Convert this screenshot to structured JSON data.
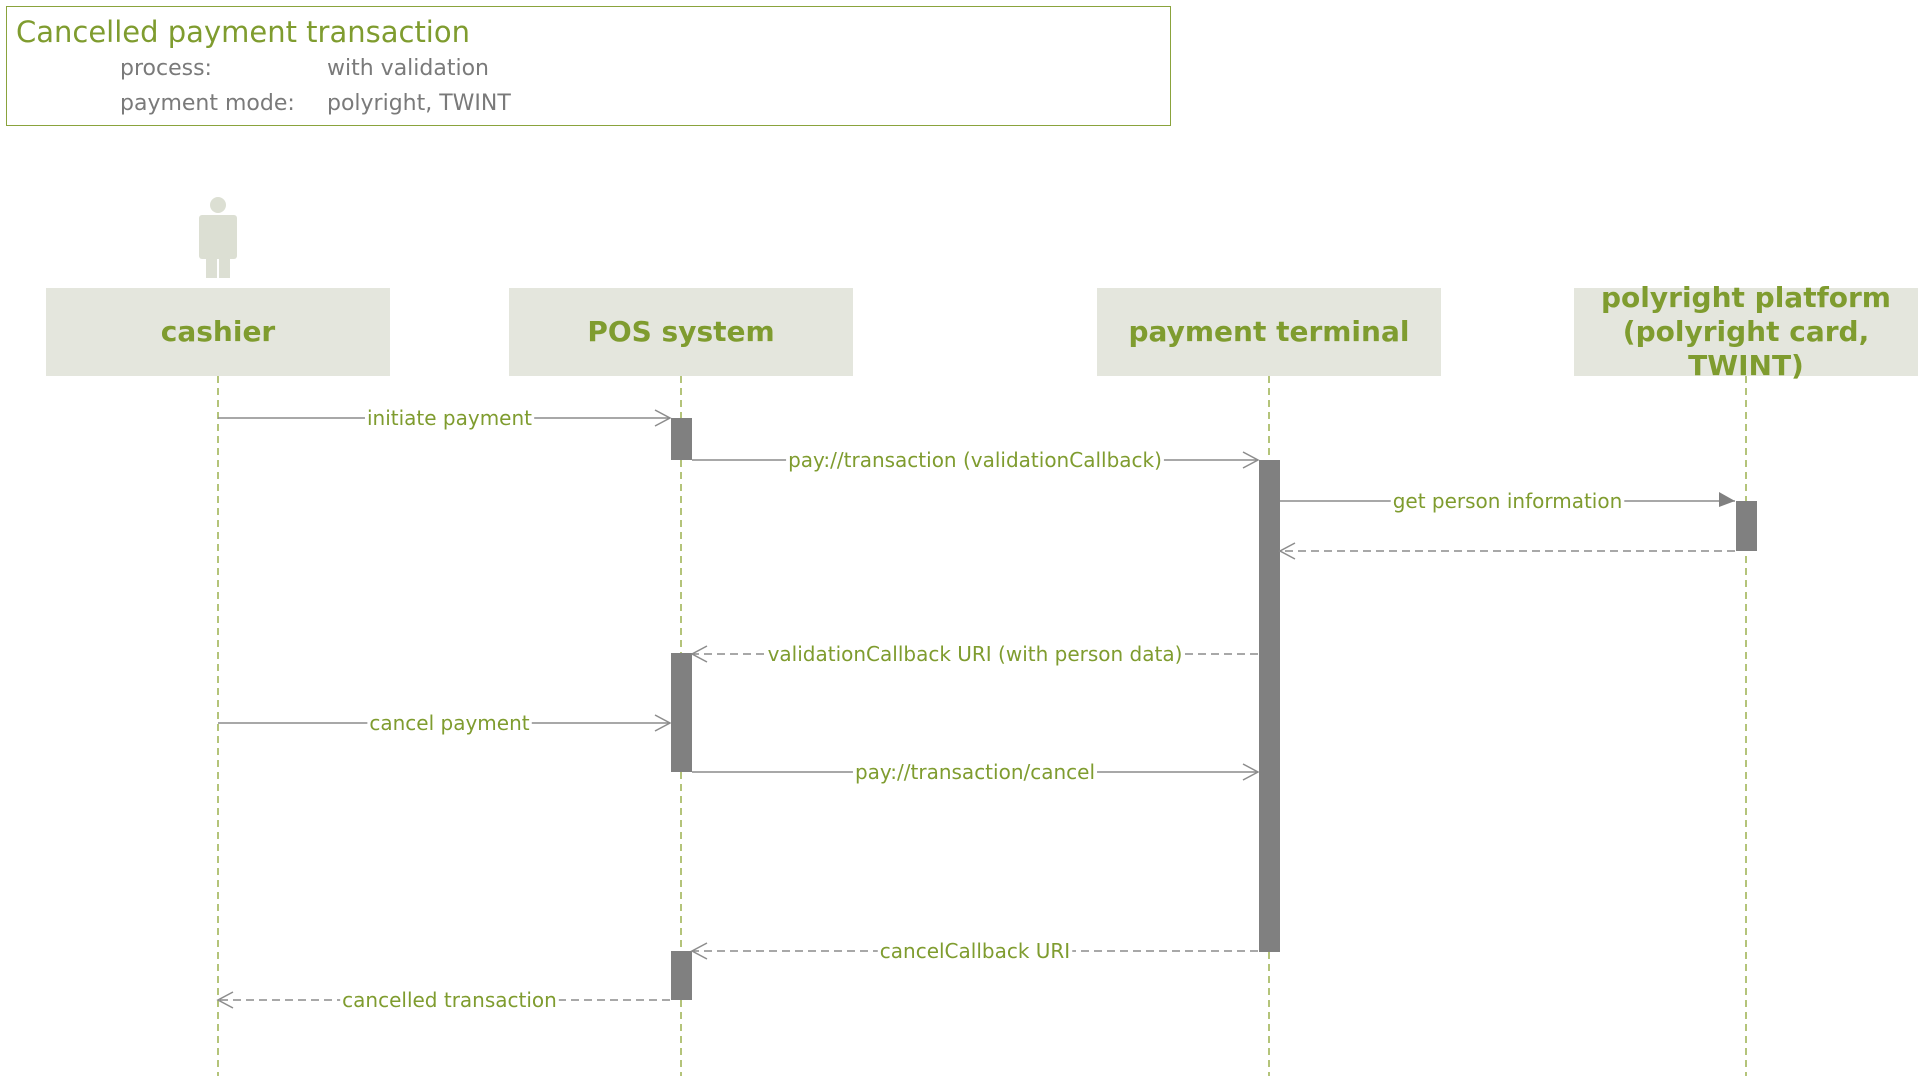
{
  "header": {
    "title": "Cancelled payment transaction",
    "rows": [
      {
        "label": "process:",
        "value": "with validation"
      },
      {
        "label": "payment mode:",
        "value": "polyright, TWINT"
      }
    ]
  },
  "participants": [
    {
      "id": "cashier",
      "label": "cashier"
    },
    {
      "id": "pos",
      "label": "POS system"
    },
    {
      "id": "terminal",
      "label": "payment terminal"
    },
    {
      "id": "platform",
      "label": "polyright platform\n(polyright card, TWINT)"
    }
  ],
  "messages": [
    {
      "from": "cashier",
      "to": "pos",
      "label": "initiate payment",
      "kind": "sync"
    },
    {
      "from": "pos",
      "to": "terminal",
      "label": "pay://transaction (validationCallback)",
      "kind": "sync"
    },
    {
      "from": "terminal",
      "to": "platform",
      "label": "get person information",
      "kind": "call"
    },
    {
      "from": "platform",
      "to": "terminal",
      "label": "",
      "kind": "return"
    },
    {
      "from": "terminal",
      "to": "pos",
      "label": "validationCallback URI (with person data)",
      "kind": "return"
    },
    {
      "from": "cashier",
      "to": "pos",
      "label": "cancel payment",
      "kind": "sync"
    },
    {
      "from": "pos",
      "to": "terminal",
      "label": "pay://transaction/cancel",
      "kind": "sync"
    },
    {
      "from": "terminal",
      "to": "pos",
      "label": "cancelCallback URI",
      "kind": "return"
    },
    {
      "from": "pos",
      "to": "cashier",
      "label": "cancelled transaction",
      "kind": "return"
    }
  ],
  "colors": {
    "accent": "#7f9c2f",
    "border": "#8aa33c",
    "participant_fill": "#e4e6dd",
    "activation": "#808080",
    "line": "#8c8c8c",
    "lifeline": "#9bb04f",
    "actor": "#dcdfd3"
  },
  "icons": {
    "actor": "person-icon"
  }
}
